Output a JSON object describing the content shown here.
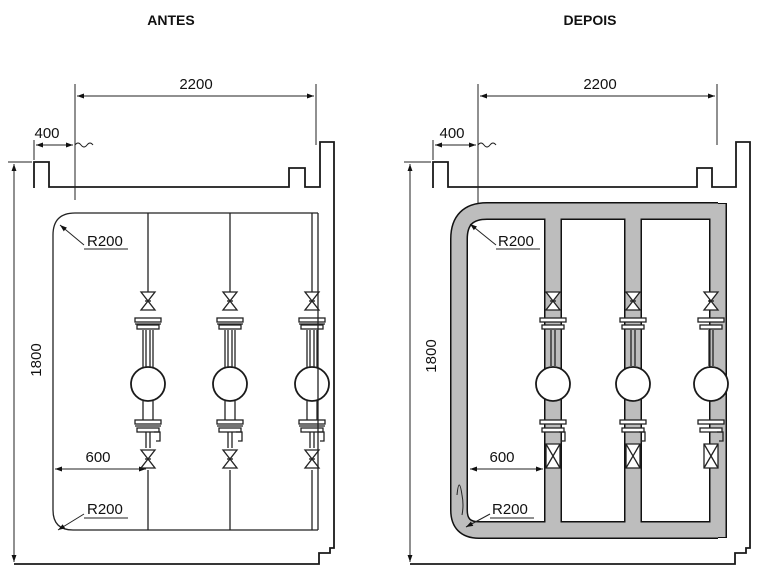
{
  "panels": [
    {
      "title": "ANTES",
      "dim_total_width": "2200",
      "dim_offset": "400",
      "dim_height": "1800",
      "dim_bend_radius_top": "R200",
      "dim_bend_radius_bottom": "R200",
      "dim_inlet_length": "600",
      "pipe_style": "thin-line"
    },
    {
      "title": "DEPOIS",
      "dim_total_width": "2200",
      "dim_offset": "400",
      "dim_height": "1800",
      "dim_bend_radius_top": "R200",
      "dim_bend_radius_bottom": "R200",
      "dim_inlet_length": "600",
      "pipe_style": "thick-gray"
    }
  ],
  "colors": {
    "line": "#222222",
    "pipe_fill": "#bdbdbd",
    "background": "#ffffff"
  },
  "meter_branches_per_panel": 3
}
